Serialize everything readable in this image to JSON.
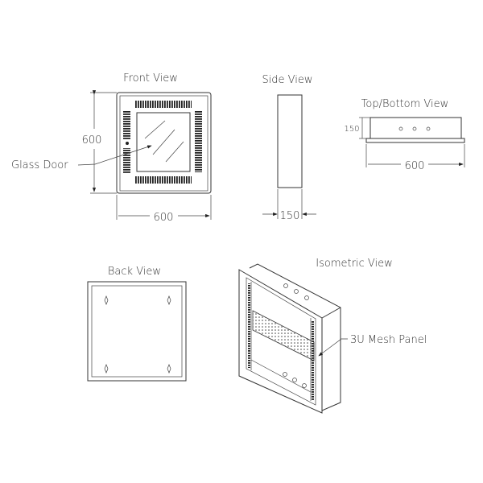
{
  "views": {
    "front": {
      "title": "Front View",
      "height_dim": "600",
      "width_dim": "600",
      "callout": "Glass Door"
    },
    "side": {
      "title": "Side View",
      "depth_dim": "150"
    },
    "top_bottom": {
      "title": "Top/Bottom View",
      "depth_dim": "150",
      "width_dim": "600"
    },
    "back": {
      "title": "Back View"
    },
    "isometric": {
      "title": "Isometric View",
      "callout": "3U Mesh Panel"
    }
  },
  "colors": {
    "line": "#333333",
    "background": "#ffffff"
  }
}
